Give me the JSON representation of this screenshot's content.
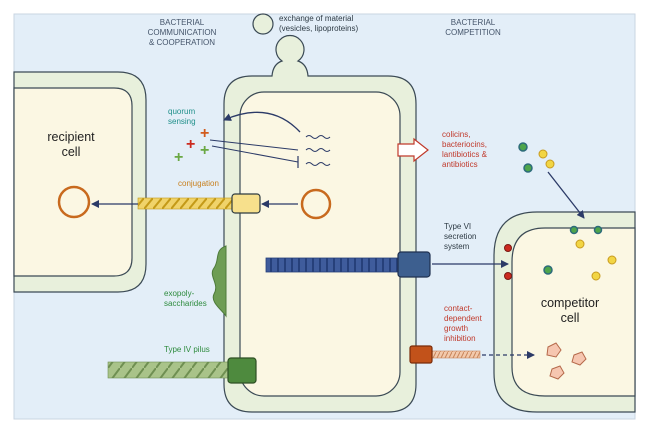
{
  "headers": {
    "communication": "BACTERIAL\nCOMMUNICATION\n& COOPERATION",
    "exchange": "exchange of material\n(vesicles, lipoproteins)",
    "competition": "BACTERIAL\nCOMPETITION"
  },
  "cells": {
    "recipient": "recipient\ncell",
    "competitor": "competitor\ncell"
  },
  "labels": {
    "quorum": "quorum\nsensing",
    "conjugation": "conjugation",
    "exopoly": "exopoly-\nsaccharides",
    "pilus": "Type IV pilus",
    "colicins": "colicins,\nbacteriocins,\nlantibiotics &\nantibiotics",
    "t6ss": "Type VI\nsecretion\nsystem",
    "cdi": "contact-\ndependent\ngrowth\ninhibition"
  },
  "colors": {
    "background": "#e3eef8",
    "cell_wall": "#e8f0dc",
    "cytoplasm": "#fbf7e3",
    "outline": "#3b4a55",
    "communication_text": "#2e8b3e",
    "quorum_text": "#1f8f8a",
    "conjugation_text": "#c8801e",
    "competition_text": "#c0392b",
    "arrow": "#2b3a67"
  }
}
